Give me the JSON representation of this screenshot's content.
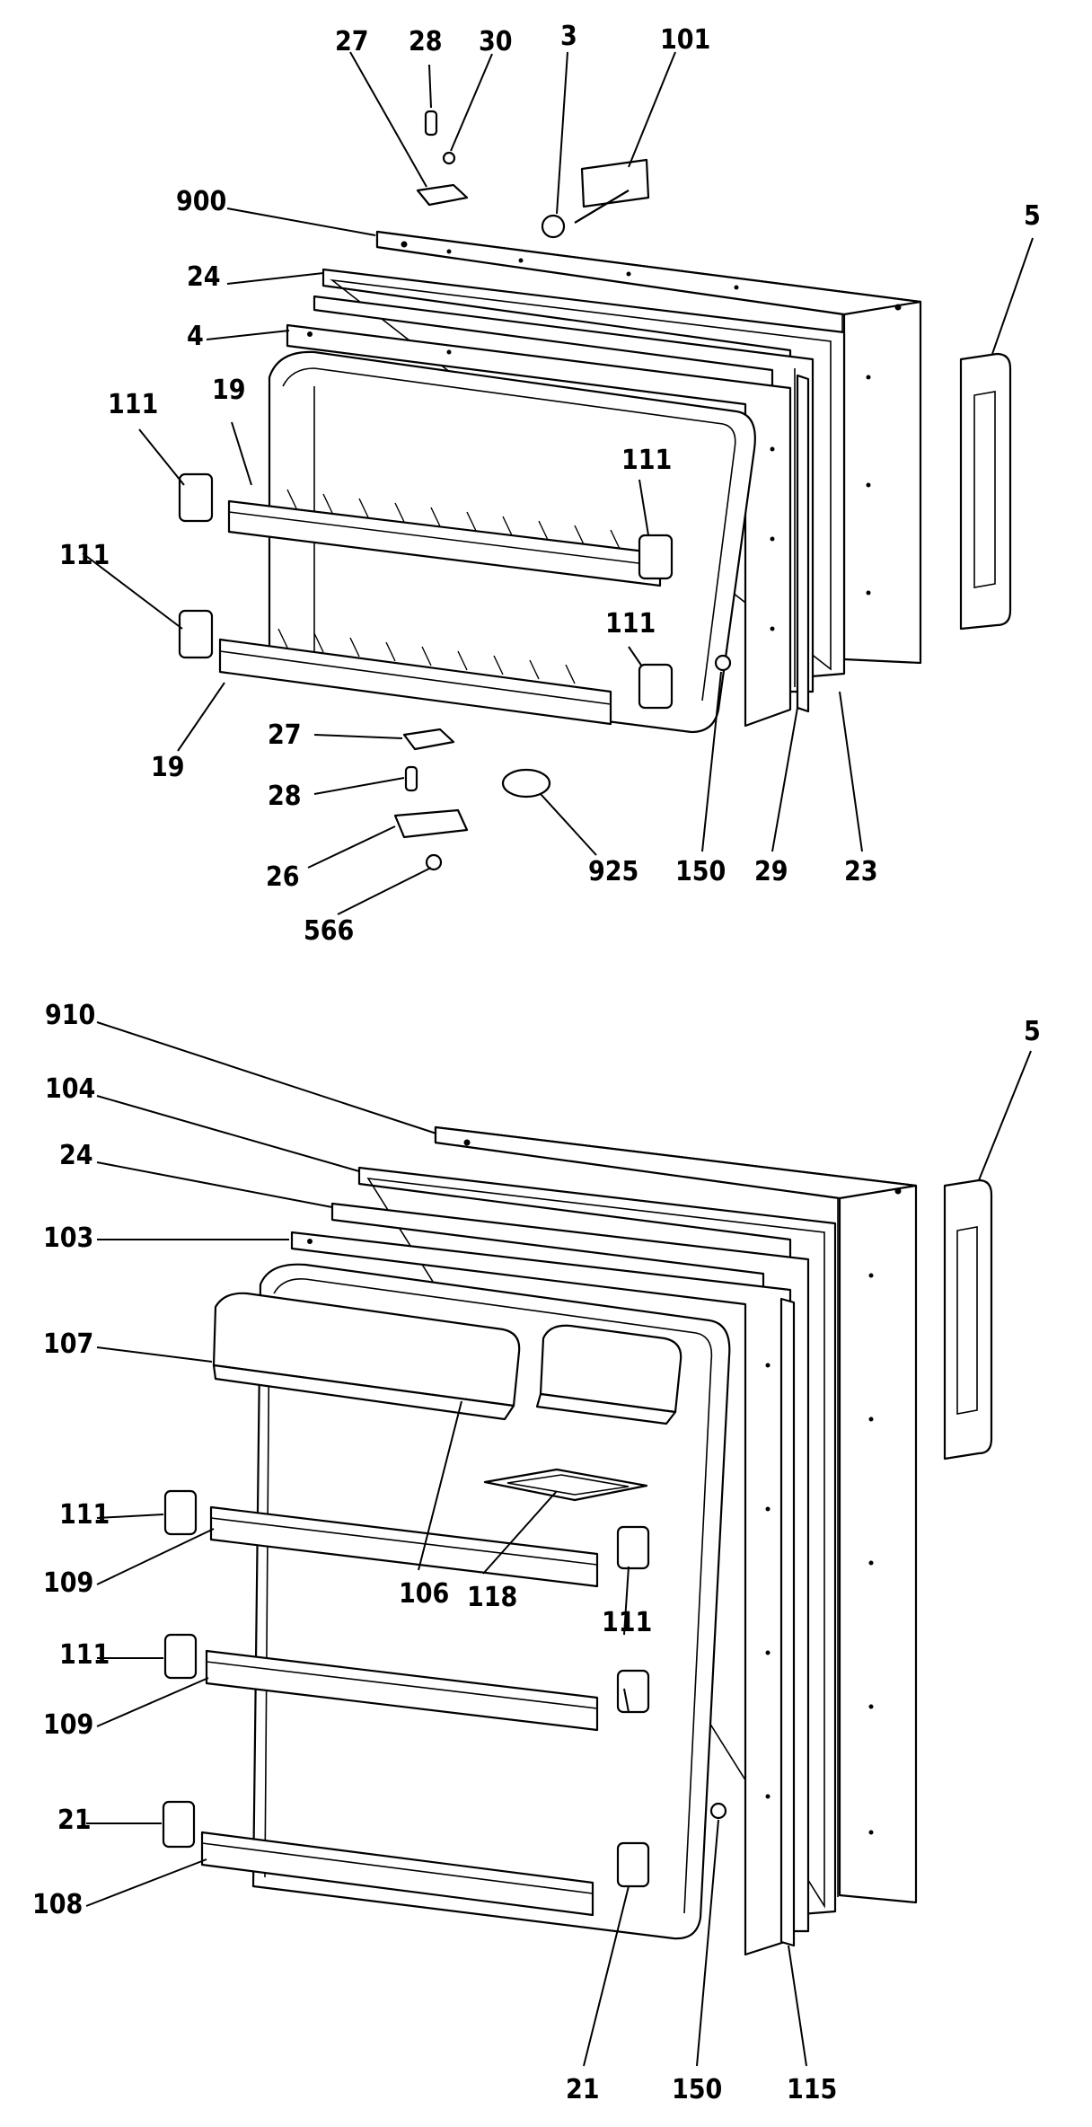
{
  "top_assembly": {
    "labels": [
      "27",
      "28",
      "30",
      "3",
      "101",
      "900",
      "24",
      "4",
      "5",
      "111",
      "19",
      "111",
      "111",
      "111",
      "19",
      "27",
      "28",
      "26",
      "566",
      "925",
      "150",
      "29",
      "23"
    ]
  },
  "bottom_assembly": {
    "labels": [
      "910",
      "104",
      "24",
      "103",
      "5",
      "107",
      "111",
      "109",
      "106",
      "118",
      "111",
      "111",
      "109",
      "21",
      "108",
      "21",
      "150",
      "115"
    ]
  }
}
